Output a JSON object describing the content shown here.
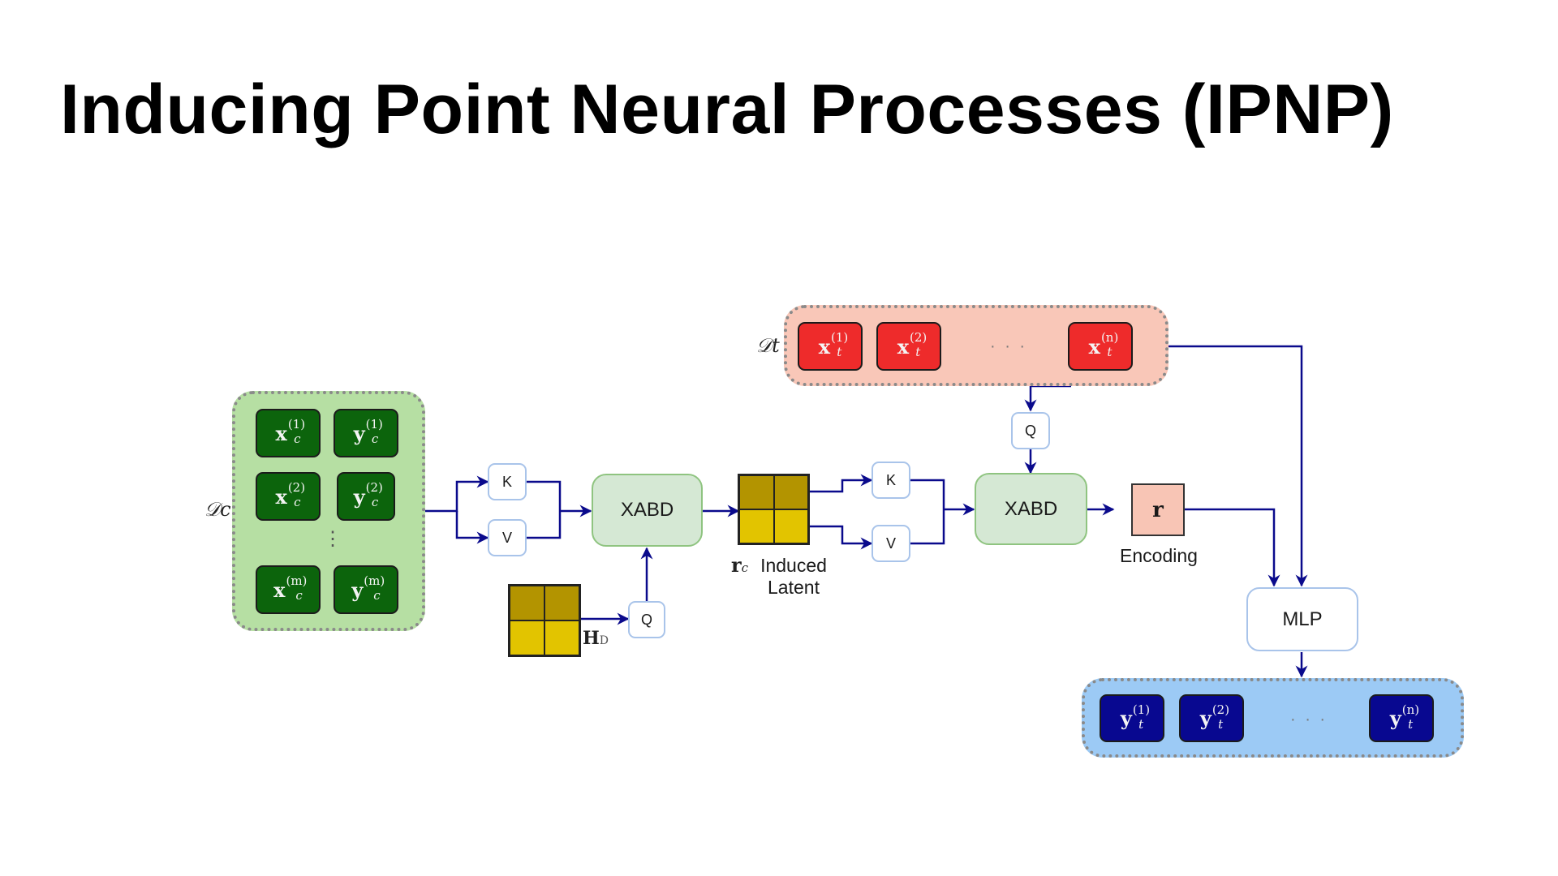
{
  "title": "Inducing Point Neural Processes (IPNP)",
  "colors": {
    "arrow": "#0a0a8c",
    "context_group_bg": "#b6dfa3",
    "context_tile": "#0c640c",
    "target_group_bg": "#f9c7b8",
    "target_tile": "#ee2b2b",
    "output_group_bg": "#9ccaf5",
    "output_tile": "#080890",
    "xabd_fill": "#d5e8d4",
    "latent_dark": "#b39400",
    "latent_light": "#e2c400",
    "encoding_fill": "#f8c5b5"
  },
  "context_set": {
    "label": "𝒟c",
    "tiles": [
      {
        "x": "x",
        "y": "y",
        "index": "(1)",
        "sub": "c"
      },
      {
        "x": "x",
        "y": "y",
        "index": "(2)",
        "sub": "c"
      },
      {
        "x": "x",
        "y": "y",
        "index": "(m)",
        "sub": "c"
      }
    ],
    "ellipsis": "⋮"
  },
  "target_set": {
    "label": "𝒟t",
    "tiles": [
      {
        "var": "x",
        "index": "(1)",
        "sub": "t"
      },
      {
        "var": "x",
        "index": "(2)",
        "sub": "t"
      },
      {
        "var": "x",
        "index": "(n)",
        "sub": "t"
      }
    ],
    "ellipsis": "· · ·"
  },
  "output_set": {
    "tiles": [
      {
        "var": "y",
        "index": "(1)",
        "sub": "t"
      },
      {
        "var": "y",
        "index": "(2)",
        "sub": "t"
      },
      {
        "var": "y",
        "index": "(n)",
        "sub": "t"
      }
    ],
    "ellipsis": "· · ·"
  },
  "stage1": {
    "k": "K",
    "v": "V",
    "q": "Q",
    "block": "XABD",
    "inducing_label": "H",
    "inducing_sub": "D"
  },
  "latent": {
    "symbol": "r",
    "sub": "c",
    "caption_line1": "Induced",
    "caption_line2": "Latent"
  },
  "stage2": {
    "k": "K",
    "v": "V",
    "q": "Q",
    "block": "XABD"
  },
  "encoding": {
    "symbol": "r",
    "caption": "Encoding"
  },
  "decoder": {
    "label": "MLP"
  }
}
